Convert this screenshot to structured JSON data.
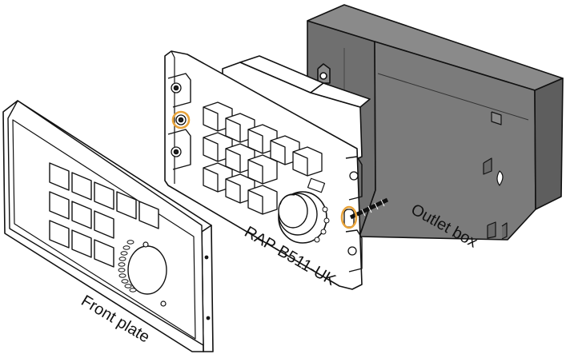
{
  "labels": {
    "outlet_box": "Outlet box",
    "device": "RAP-B511-UK",
    "front_plate": "Front plate"
  },
  "colors": {
    "box_fill": "#7b7b7b",
    "box_top": "#9a9a9a",
    "box_side": "#5e5e5e",
    "line": "#111111",
    "highlight": "#e8a33a",
    "paper": "#ffffff"
  }
}
